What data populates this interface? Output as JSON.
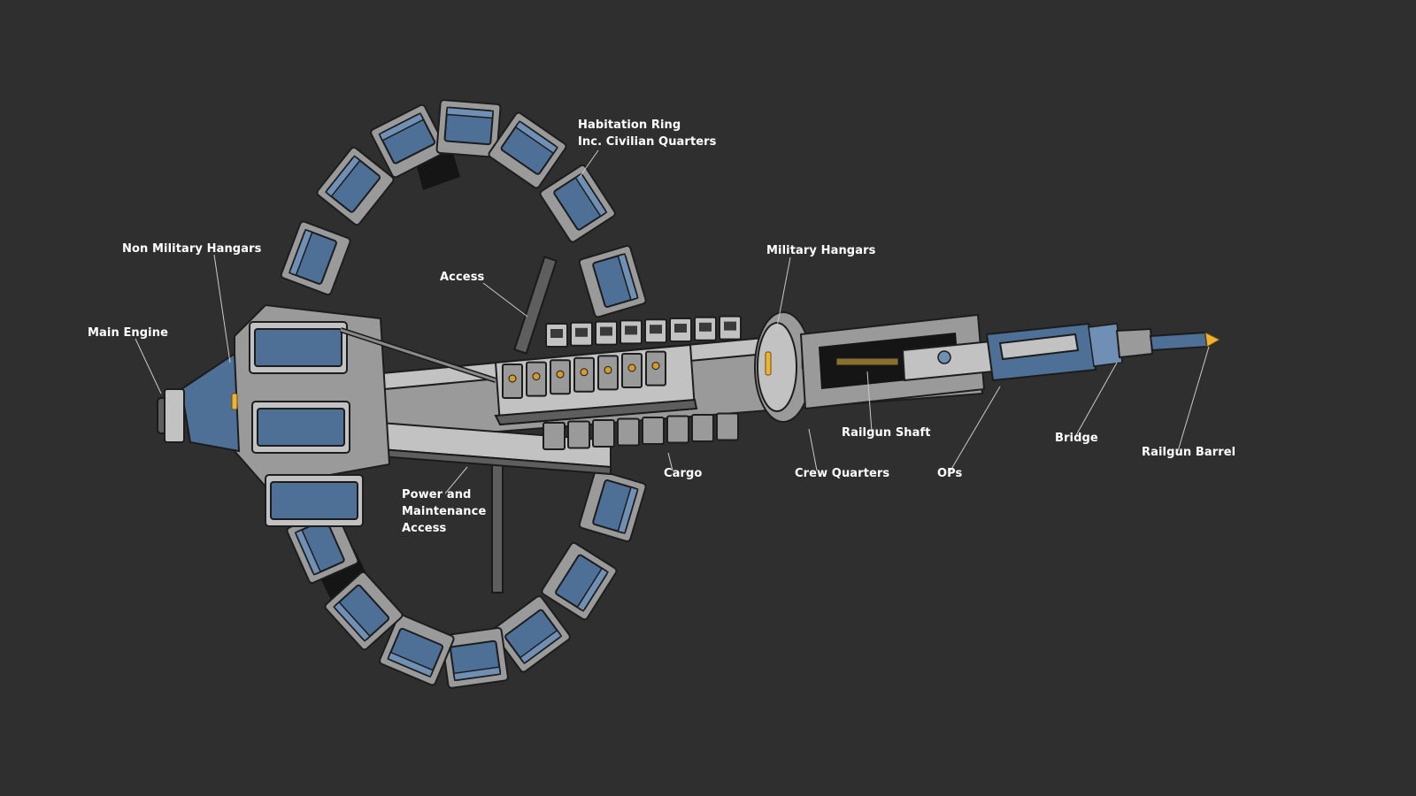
{
  "colors": {
    "background": "#2f2f2f",
    "label_text": "#ffffff",
    "leader_line": "#c9c9c9",
    "hull_gray": "#9a9a9a",
    "panel_blue": "#4e6f96",
    "light_amber": "#f1b233"
  },
  "labels": {
    "habitation_ring": "Habitation Ring\nInc. Civilian Quarters",
    "non_military_hangars": "Non Military Hangars",
    "main_engine": "Main Engine",
    "access": "Access",
    "military_hangars": "Military Hangars",
    "railgun_shaft": "Railgun Shaft",
    "cargo": "Cargo",
    "crew_quarters": "Crew Quarters",
    "ops": "OPs",
    "bridge": "Bridge",
    "railgun_barrel": "Railgun Barrel",
    "power_maintenance": "Power and\nMaintenance\nAccess"
  }
}
